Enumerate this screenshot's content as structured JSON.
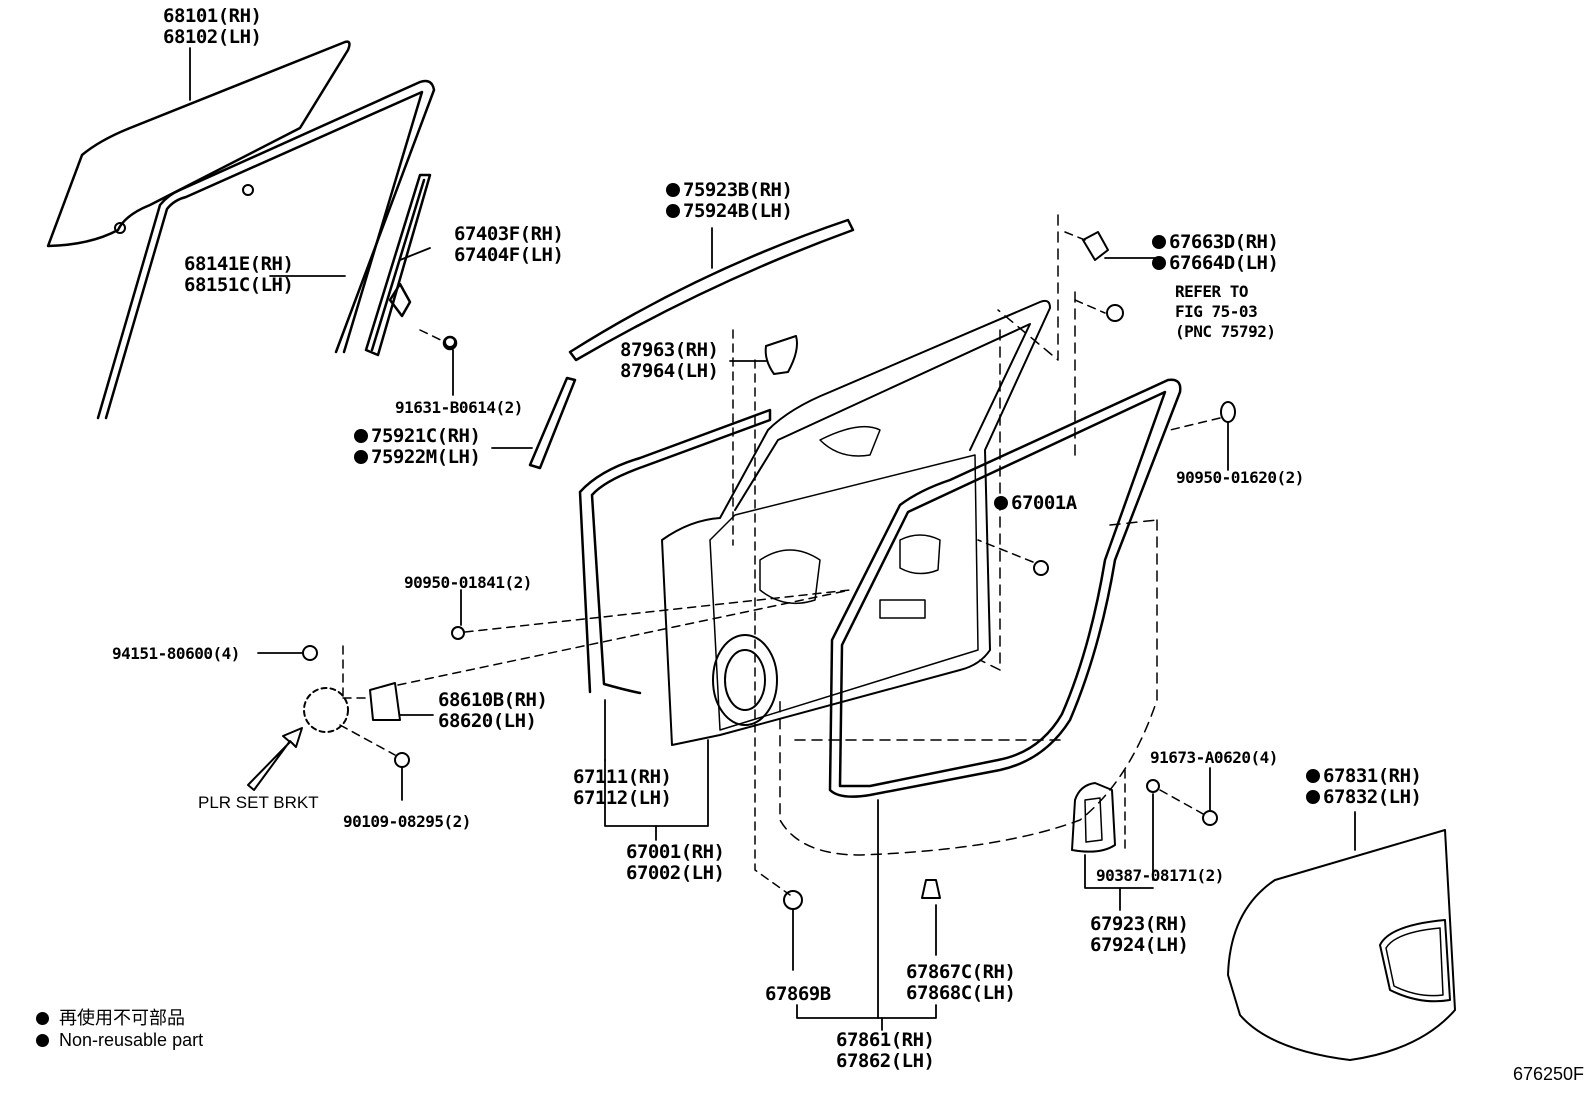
{
  "labels": {
    "glass": [
      "68101(RH)",
      "68102(LH)"
    ],
    "run_channel": [
      "68141E(RH)",
      "68151C(LH)"
    ],
    "rear_channel": [
      "67403F(RH)",
      "67404F(LH)"
    ],
    "bolt_b0614": "91631-B0614(2)",
    "belt_ms": [
      "75921C(RH)",
      "75922M(LH)"
    ],
    "moulding_upper": [
      "75923B(RH)",
      "75924B(LH)"
    ],
    "cover_87963": [
      "87963(RH)",
      "87964(LH)"
    ],
    "bracket_67663": [
      "67663D(RH)",
      "67664D(LH)"
    ],
    "refer_to": [
      "REFER TO",
      "FIG 75-03",
      "(PNC 75792)"
    ],
    "plug_01620": "90950-01620(2)",
    "part_67001a": "67001A",
    "plug_01841": "90950-01841(2)",
    "nut_80600": "94151-80600(4)",
    "checker": [
      "68610B(RH)",
      "68620(LH)"
    ],
    "plr_set_brkt": "PLR SET BRKT",
    "bolt_08295": "90109-08295(2)",
    "panel_outer": [
      "67111(RH)",
      "67112(LH)"
    ],
    "panel_assy": [
      "67001(RH)",
      "67002(LH)"
    ],
    "screw_a0620": "91673-A0620(4)",
    "plate_67831": [
      "67831(RH)",
      "67832(LH)"
    ],
    "bolt_08171": "90387-08171(2)",
    "hinge_cover": [
      "67923(RH)",
      "67924(LH)"
    ],
    "clip_67869b": "67869B",
    "clip_67867c": [
      "67867C(RH)",
      "67868C(LH)"
    ],
    "weatherstrip": [
      "67861(RH)",
      "67862(LH)"
    ]
  },
  "legend": {
    "line1": "再使用不可部品",
    "line2": "Non-reusable part"
  },
  "figure_id": "676250F"
}
